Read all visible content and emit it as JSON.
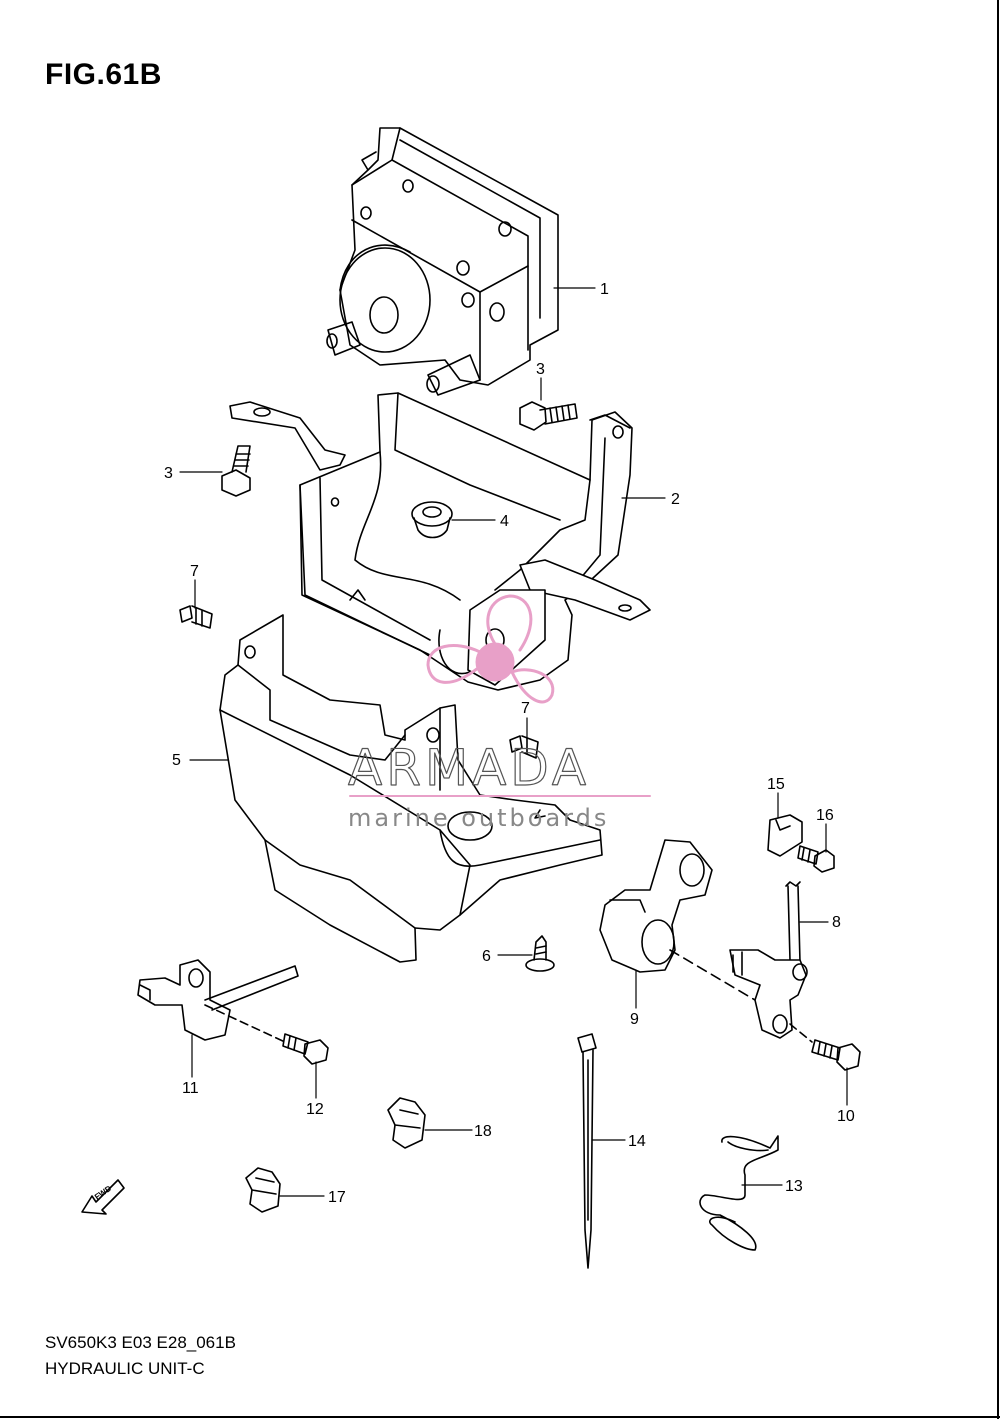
{
  "figure": {
    "title": "FIG.61B"
  },
  "footer": {
    "code": "SV650K3 E03 E28_061B",
    "name": "HYDRAULIC UNIT-C"
  },
  "watermark": {
    "brand": "ARMADA",
    "tagline": "marine outboards",
    "color": "#e8a0c8"
  },
  "fwd_label": "FWD",
  "callouts": [
    "1",
    "3",
    "3",
    "2",
    "4",
    "7",
    "7",
    "5",
    "15",
    "16",
    "8",
    "6",
    "9",
    "11",
    "12",
    "10",
    "18",
    "14",
    "13",
    "17"
  ]
}
